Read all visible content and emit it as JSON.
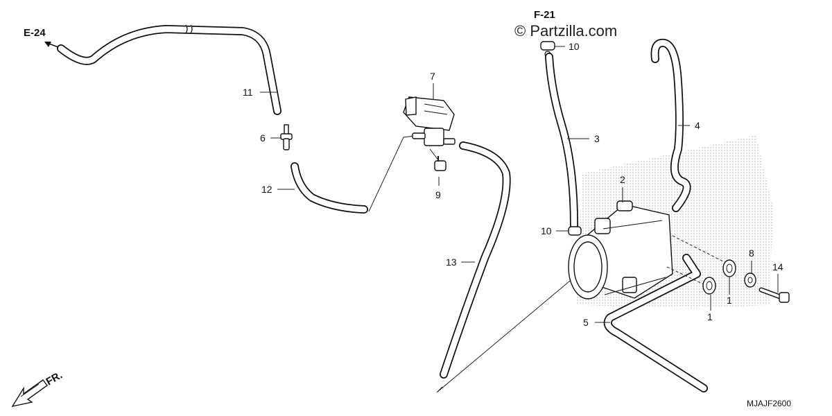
{
  "references": {
    "e24": "E-24",
    "f21": "F-21",
    "front": "FR."
  },
  "watermark": "© Partzilla.com",
  "diagram_code": "MJAJF2600",
  "callouts": [
    {
      "id": "c11",
      "text": "11"
    },
    {
      "id": "c6",
      "text": "6"
    },
    {
      "id": "c12",
      "text": "12"
    },
    {
      "id": "c7",
      "text": "7"
    },
    {
      "id": "c9",
      "text": "9"
    },
    {
      "id": "c13",
      "text": "13"
    },
    {
      "id": "c10a",
      "text": "10"
    },
    {
      "id": "c3",
      "text": "3"
    },
    {
      "id": "c4",
      "text": "4"
    },
    {
      "id": "c2",
      "text": "2"
    },
    {
      "id": "c10b",
      "text": "10"
    },
    {
      "id": "c8",
      "text": "8"
    },
    {
      "id": "c14",
      "text": "14"
    },
    {
      "id": "c1a",
      "text": "1"
    },
    {
      "id": "c1b",
      "text": "1"
    },
    {
      "id": "c5",
      "text": "5"
    }
  ]
}
